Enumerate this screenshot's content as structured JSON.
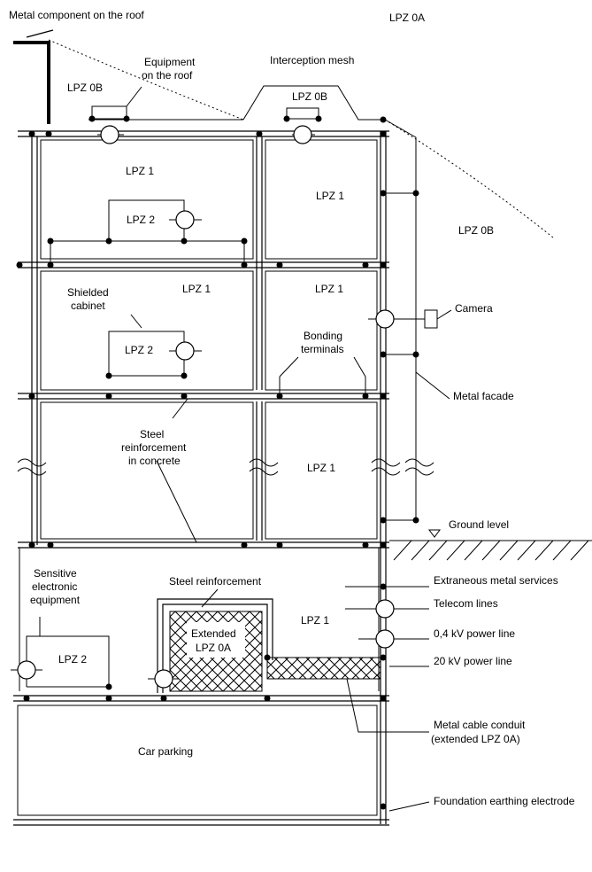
{
  "labels": {
    "metal_component": "Metal component on the roof",
    "lpz_0a_top": "LPZ 0A",
    "equipment_roof_1": "Equipment",
    "equipment_roof_2": "on the roof",
    "interception_mesh": "Interception mesh",
    "lpz_0b_left": "LPZ 0B",
    "lpz_0b_mid": "LPZ 0B",
    "lpz_0b_right": "LPZ 0B",
    "lpz1_a": "LPZ 1",
    "lpz1_b": "LPZ 1",
    "lpz1_c": "LPZ 1",
    "lpz1_d": "LPZ 1",
    "lpz1_e": "LPZ 1",
    "lpz1_f": "LPZ 1",
    "lpz2_a": "LPZ 2",
    "lpz2_b": "LPZ 2",
    "lpz2_c": "LPZ 2",
    "shielded_1": "Shielded",
    "shielded_2": "cabinet",
    "camera": "Camera",
    "bonding_1": "Bonding",
    "bonding_2": "terminals",
    "metal_facade": "Metal facade",
    "steel_conc_1": "Steel",
    "steel_conc_2": "reinforcement",
    "steel_conc_3": "in concrete",
    "ground_level": "Ground level",
    "sensitive_1": "Sensitive",
    "sensitive_2": "electronic",
    "sensitive_3": "equipment",
    "steel_reinf": "Steel reinforcement",
    "extended_1": "Extended",
    "extended_2": "LPZ 0A",
    "extraneous": "Extraneous metal services",
    "telecom": "Telecom lines",
    "power_04": "0,4 kV power line",
    "power_20": "20 kV power line",
    "conduit_1": "Metal cable conduit",
    "conduit_2": "(extended LPZ 0A)",
    "car_parking": "Car parking",
    "foundation": "Foundation earthing electrode"
  }
}
